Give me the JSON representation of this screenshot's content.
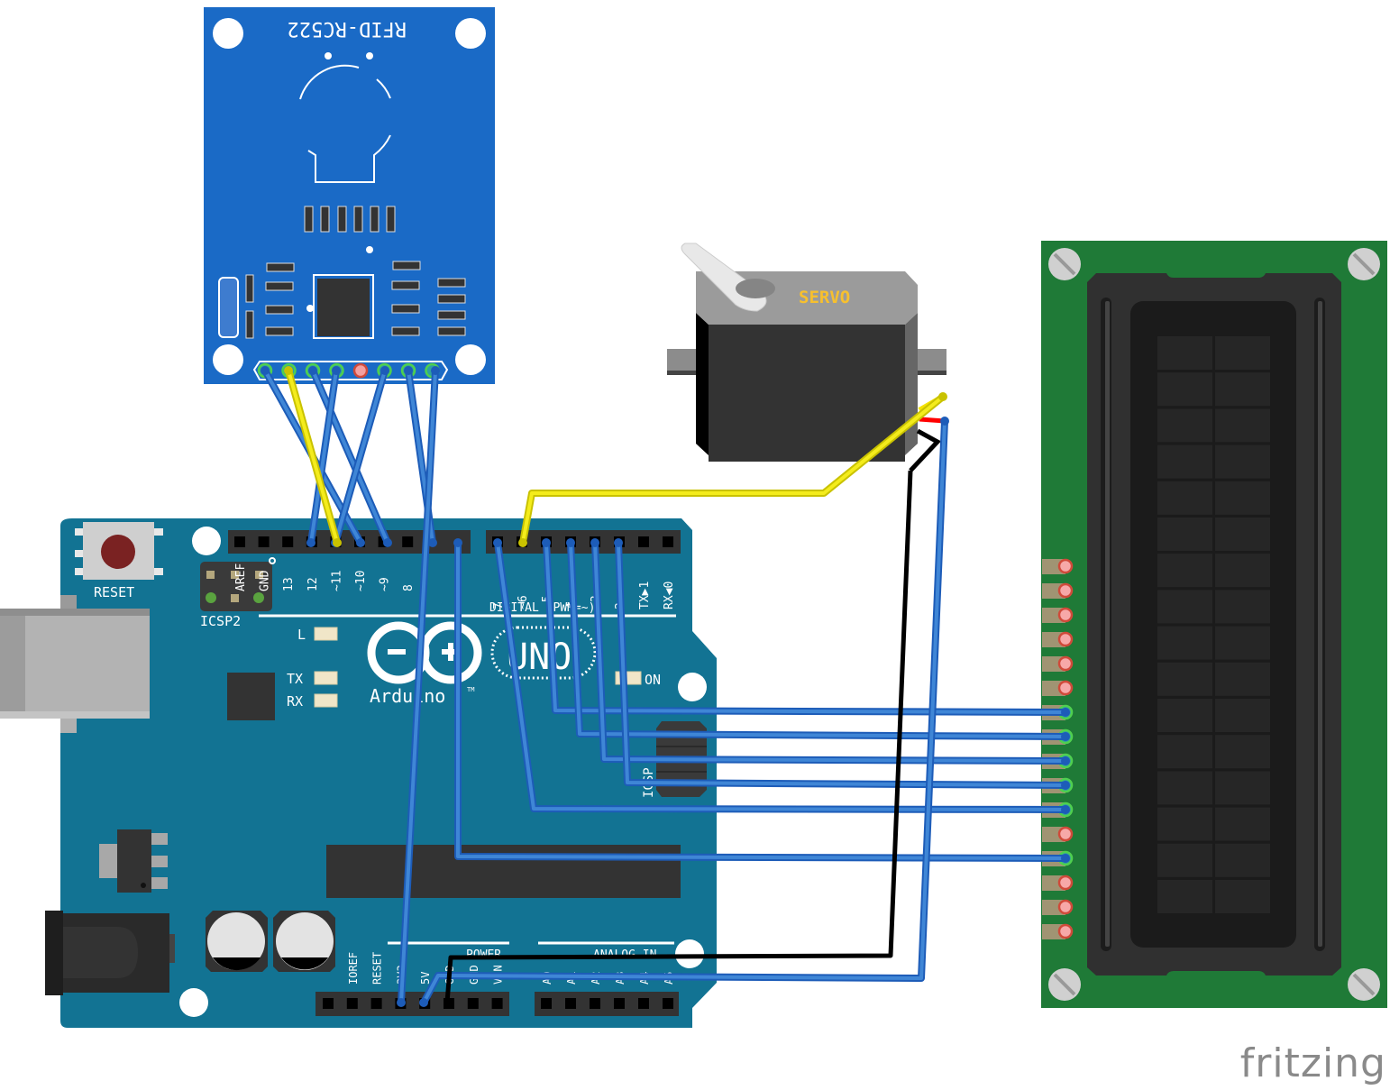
{
  "watermark": "fritzing",
  "rfid": {
    "label": "RFID-RC522",
    "board_color": "#1a6ac6",
    "pin_count": 8
  },
  "servo": {
    "label": "SERVO",
    "label_color": "#f7c02e",
    "wire_colors": [
      "#f4e200",
      "#ff0000",
      "#000000"
    ]
  },
  "lcd": {
    "board_color": "#1f7a37",
    "pin_count": 16,
    "connected_pins": [
      7,
      8,
      9,
      10,
      11,
      13
    ]
  },
  "arduino": {
    "board_color": "#127393",
    "reset_label": "RESET",
    "icsp_label": "ICSP2",
    "led_labels": {
      "l": "L",
      "tx": "TX",
      "rx": "RX",
      "on": "ON"
    },
    "brand": "Arduino",
    "tm": "TM",
    "model": "UNO",
    "digital_header_label": "DIGITAL (PWM=~)",
    "icsp_side_label": "ICSP",
    "power_header_label": "POWER",
    "analog_header_label": "ANALOG IN",
    "digital_pins_left": [
      "AREF",
      "GND",
      "13",
      "12",
      "~11",
      "~10",
      "~9",
      "8"
    ],
    "digital_pins_right": [
      "7",
      "~6",
      "~5",
      "4",
      "~3",
      "2",
      "TX▶1",
      "RX◀0"
    ],
    "power_pins": [
      "",
      "IOREF",
      "RESET",
      "3V3",
      "5V",
      "GND",
      "GND",
      "VIN"
    ],
    "analog_pins": [
      "A0",
      "A1",
      "A2",
      "A3",
      "A4",
      "A5"
    ]
  },
  "wire_colors": {
    "signal": "#3f86d6",
    "signal_dark": "#1d5cb8",
    "yellow": "#f4ec1c",
    "black": "#000000"
  }
}
